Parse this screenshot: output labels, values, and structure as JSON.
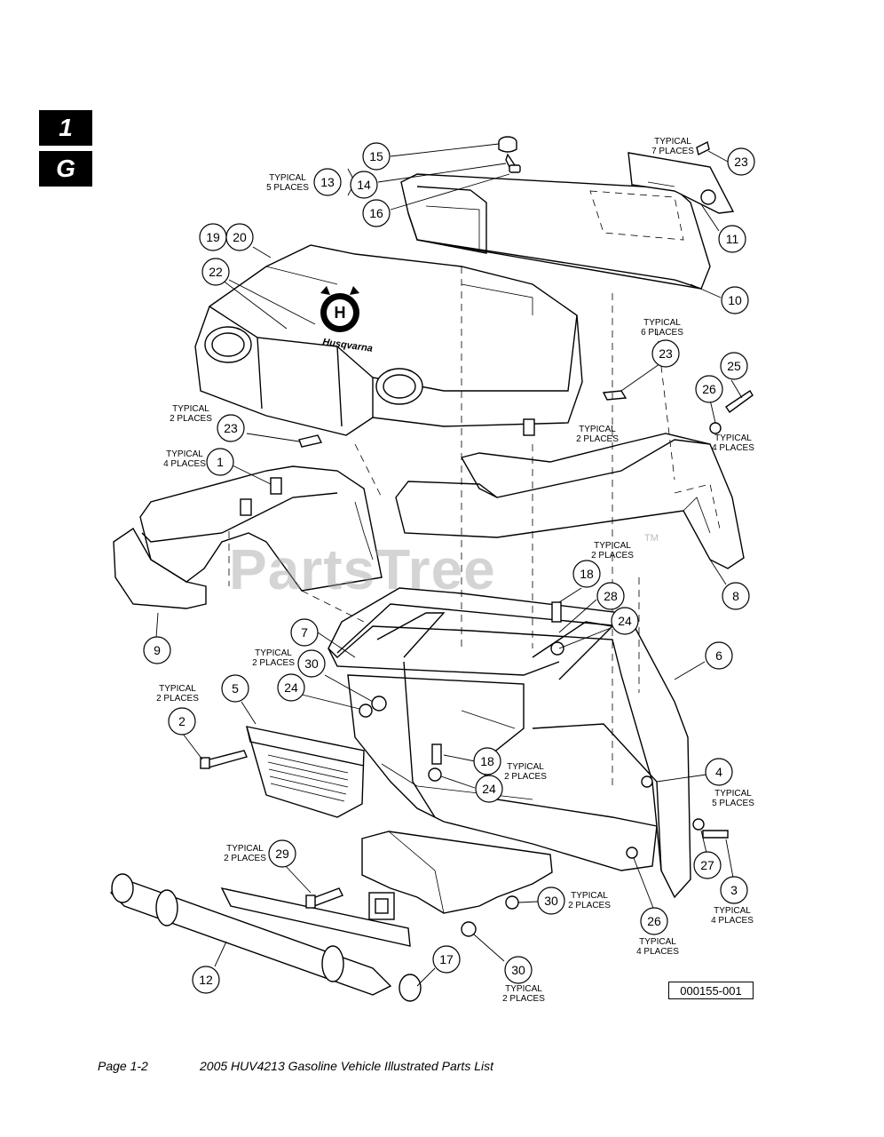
{
  "section_tabs": [
    "1",
    "G"
  ],
  "watermark": "PartsTree",
  "watermark_tm": "TM",
  "logo_text": "Husqvarna",
  "figure_id": "000155-001",
  "footer": {
    "page": "Page 1-2",
    "title": "2005 HUV4213 Gasoline Vehicle Illustrated Parts List"
  },
  "callouts": [
    {
      "id": "c15",
      "label": "15"
    },
    {
      "id": "c14",
      "label": "14"
    },
    {
      "id": "c16",
      "label": "16"
    },
    {
      "id": "c13",
      "label": "13"
    },
    {
      "id": "c23a",
      "label": "23"
    },
    {
      "id": "c11",
      "label": "11"
    },
    {
      "id": "c10",
      "label": "10"
    },
    {
      "id": "c19",
      "label": "19"
    },
    {
      "id": "c20",
      "label": "20"
    },
    {
      "id": "c22",
      "label": "22"
    },
    {
      "id": "c23b",
      "label": "23"
    },
    {
      "id": "c25",
      "label": "25"
    },
    {
      "id": "c26a",
      "label": "26"
    },
    {
      "id": "c23c",
      "label": "23"
    },
    {
      "id": "c1",
      "label": "1"
    },
    {
      "id": "c9",
      "label": "9"
    },
    {
      "id": "c8",
      "label": "8"
    },
    {
      "id": "c18a",
      "label": "18"
    },
    {
      "id": "c28",
      "label": "28"
    },
    {
      "id": "c24a",
      "label": "24"
    },
    {
      "id": "c7",
      "label": "7"
    },
    {
      "id": "c6",
      "label": "6"
    },
    {
      "id": "c30a",
      "label": "30"
    },
    {
      "id": "c24b",
      "label": "24"
    },
    {
      "id": "c5",
      "label": "5"
    },
    {
      "id": "c2",
      "label": "2"
    },
    {
      "id": "c18b",
      "label": "18"
    },
    {
      "id": "c24c",
      "label": "24"
    },
    {
      "id": "c4",
      "label": "4"
    },
    {
      "id": "c27",
      "label": "27"
    },
    {
      "id": "c3",
      "label": "3"
    },
    {
      "id": "c29",
      "label": "29"
    },
    {
      "id": "c30b",
      "label": "30"
    },
    {
      "id": "c26b",
      "label": "26"
    },
    {
      "id": "c17",
      "label": "17"
    },
    {
      "id": "c12",
      "label": "12"
    },
    {
      "id": "c30c",
      "label": "30"
    }
  ],
  "notes": [
    {
      "id": "n13",
      "lines": [
        "TYPICAL",
        "5 PLACES"
      ]
    },
    {
      "id": "n23a",
      "lines": [
        "TYPICAL",
        "7 PLACES"
      ]
    },
    {
      "id": "n10",
      "lines": [
        "TYPICAL",
        "6 PLACES"
      ]
    },
    {
      "id": "n23c",
      "lines": [
        "TYPICAL",
        "2 PLACES"
      ]
    },
    {
      "id": "n23b",
      "lines": [
        "TYPICAL",
        "2 PLACES"
      ]
    },
    {
      "id": "n26a",
      "lines": [
        "TYPICAL",
        "4 PLACES"
      ]
    },
    {
      "id": "n1",
      "lines": [
        "TYPICAL",
        "4 PLACES"
      ]
    },
    {
      "id": "n18a",
      "lines": [
        "TYPICAL",
        "2 PLACES"
      ]
    },
    {
      "id": "n30a",
      "lines": [
        "TYPICAL",
        "2 PLACES"
      ]
    },
    {
      "id": "n2",
      "lines": [
        "TYPICAL",
        "2 PLACES"
      ]
    },
    {
      "id": "n18b",
      "lines": [
        "TYPICAL",
        "2 PLACES"
      ]
    },
    {
      "id": "n4",
      "lines": [
        "TYPICAL",
        "5 PLACES"
      ]
    },
    {
      "id": "n3",
      "lines": [
        "TYPICAL",
        "4 PLACES"
      ]
    },
    {
      "id": "n29",
      "lines": [
        "TYPICAL",
        "2 PLACES"
      ]
    },
    {
      "id": "n30b",
      "lines": [
        "TYPICAL",
        "2 PLACES"
      ]
    },
    {
      "id": "n26b",
      "lines": [
        "TYPICAL",
        "4 PLACES"
      ]
    },
    {
      "id": "n30c",
      "lines": [
        "TYPICAL",
        "2 PLACES"
      ]
    }
  ]
}
